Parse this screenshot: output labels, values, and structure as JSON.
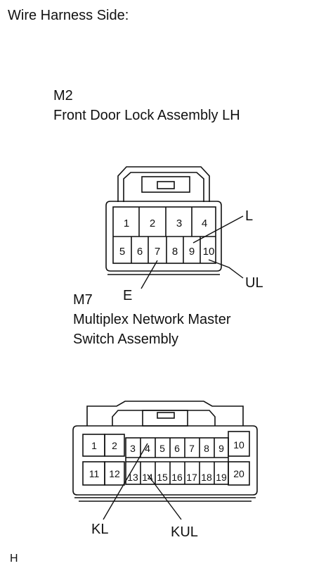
{
  "header": {
    "title": "Wire Harness Side:"
  },
  "connector_m2": {
    "code": "M2",
    "name": "Front Door Lock Assembly LH",
    "pins_top": [
      "1",
      "2",
      "3",
      "4"
    ],
    "pins_bottom": [
      "5",
      "6",
      "7",
      "8",
      "9",
      "10"
    ],
    "callouts": {
      "l": "L",
      "ul": "UL",
      "e": "E"
    }
  },
  "connector_m7": {
    "code": "M7",
    "name_line1": "Multiplex Network Master",
    "name_line2": "Switch Assembly",
    "pins_top": [
      "1",
      "2",
      "3",
      "4",
      "5",
      "6",
      "7",
      "8",
      "9",
      "10"
    ],
    "pins_bottom": [
      "11",
      "12",
      "13",
      "14",
      "15",
      "16",
      "17",
      "18",
      "19",
      "20"
    ],
    "callouts": {
      "kl": "KL",
      "kul": "KUL"
    }
  },
  "footer": {
    "mark": "H"
  }
}
